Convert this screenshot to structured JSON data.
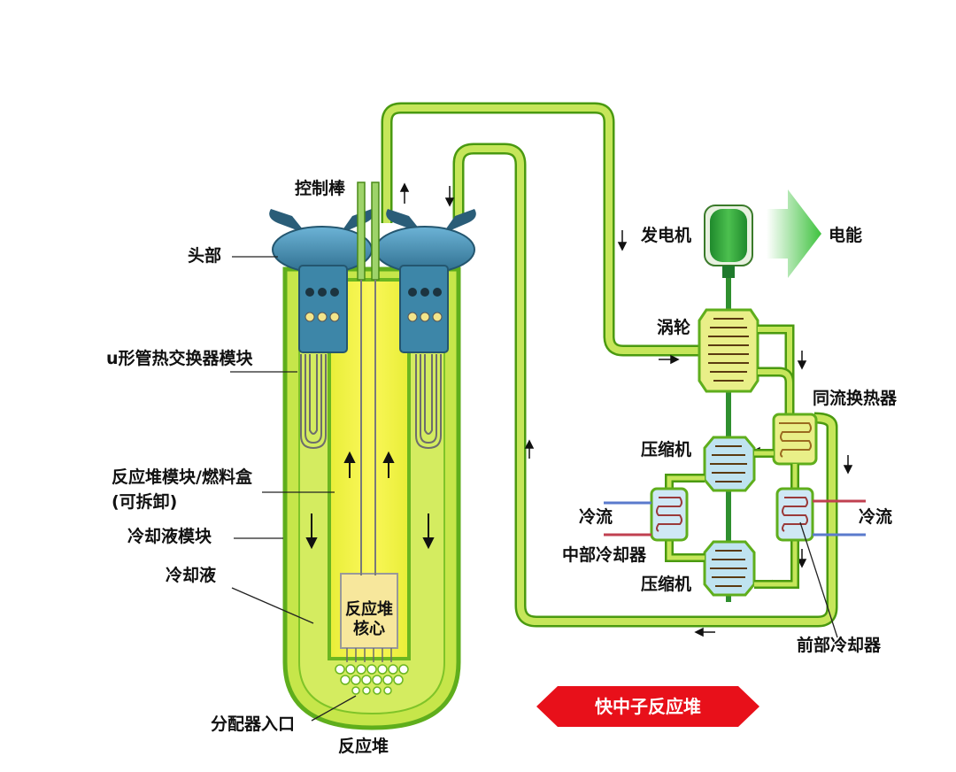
{
  "labels": {
    "head": "头部",
    "control_rod": "控制棒",
    "u_tube_module": "u形管热交换器模块",
    "reactor_module_line1": "反应堆模块/燃料盒",
    "reactor_module_line2": "(可拆卸)",
    "coolant_module": "冷却液模块",
    "coolant": "冷却液",
    "core_line1": "反应堆",
    "core_line2": "核心",
    "distributor_inlet": "分配器入口",
    "reactor": "反应堆",
    "generator": "发电机",
    "electric_energy": "电能",
    "turbine": "涡轮",
    "recuperator": "同流换热器",
    "compressor_top": "压缩机",
    "compressor_bottom": "压缩机",
    "cold_flow_left": "冷流",
    "cold_flow_right": "冷流",
    "intercooler": "中部冷却器",
    "precooler": "前部冷却器",
    "banner": "快中子反应堆"
  },
  "colors": {
    "vessel_green": "#7ed321",
    "vessel_fill": "#c6e64a",
    "core_yellow": "#f4f02a",
    "pipe_green": "#b9e04a",
    "pipe_edge": "#4a9a10",
    "head_blue": "#3d86a8",
    "cooler_blue": "#9ec9ee",
    "generator_green": "#2ea43a",
    "banner_red": "#e8101a"
  }
}
